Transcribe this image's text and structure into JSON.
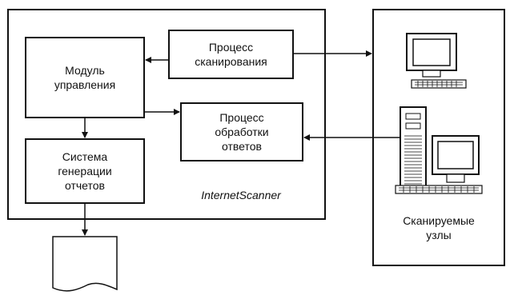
{
  "diagram": {
    "blocks": {
      "control_module": "Модуль\nуправления",
      "scan_process": "Процесс\nсканирования",
      "response_process": "Процесс\nобработки\nответов",
      "report_system": "Система\nгенерации\nотчетов"
    },
    "scanner_name": "InternetScanner",
    "scanned_nodes_label": "Сканируемые\nузлы"
  }
}
